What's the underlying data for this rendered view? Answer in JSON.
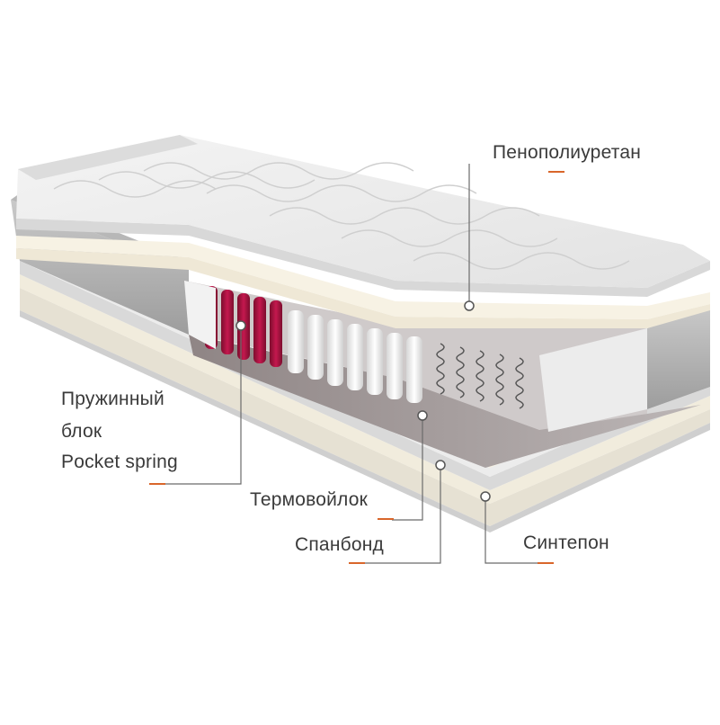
{
  "labels": {
    "foam": "Пенополиуретан",
    "spring_line1": "Пружинный",
    "spring_line2": "блок",
    "spring_line3": "Pocket spring",
    "felt": "Термовойлок",
    "spunbond": "Спанбонд",
    "sintepon": "Синтепон"
  },
  "colors": {
    "accent": "#d9662b",
    "leader": "#6b6b6b",
    "text": "#3a3a3a"
  }
}
